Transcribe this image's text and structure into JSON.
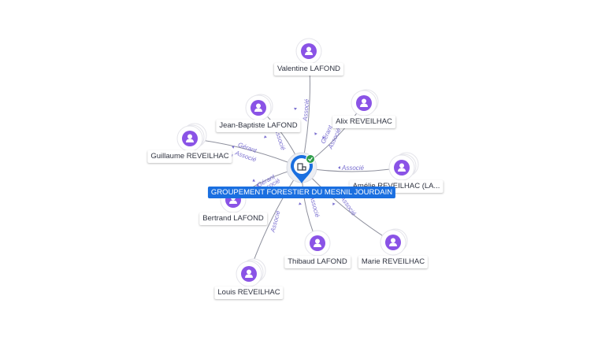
{
  "center": {
    "label": "GROUPEMENT FORESTIER DU MESNIL JOURDAIN",
    "icon": "building-icon",
    "status_icon": "check-icon",
    "colors": {
      "pin": "#1a6fe0",
      "status": "#2e9e4a",
      "ring": "#d9dbe3"
    }
  },
  "colors": {
    "avatar": "#8a53e6",
    "edge": "#8d8f9c",
    "edge_label": "#7a6fd0"
  },
  "people": [
    {
      "id": "valentine",
      "name": "Valentine LAFOND",
      "icon": "person-icon"
    },
    {
      "id": "jean-baptiste",
      "name": "Jean-Baptiste LAFOND",
      "icon": "person-icon"
    },
    {
      "id": "alix",
      "name": "Alix REVEILHAC",
      "icon": "person-icon"
    },
    {
      "id": "guillaume",
      "name": "Guillaume REVEILHAC",
      "icon": "person-icon"
    },
    {
      "id": "amelie",
      "name": "Amélie REVEILHAC (LA...",
      "icon": "person-icon"
    },
    {
      "id": "bertrand",
      "name": "Bertrand LAFOND",
      "icon": "person-icon"
    },
    {
      "id": "thibaud",
      "name": "Thibaud LAFOND",
      "icon": "person-icon"
    },
    {
      "id": "marie",
      "name": "Marie REVEILHAC",
      "icon": "person-icon"
    },
    {
      "id": "louis",
      "name": "Louis REVEILHAC",
      "icon": "person-icon"
    }
  ],
  "edge_labels": {
    "valentine": "Associé",
    "jean-baptiste": "Associé",
    "alix_1": "Gérant",
    "alix_2": "Associé",
    "guillaume_1": "Gérant",
    "guillaume_2": "Associé",
    "amelie": "Associé",
    "bertrand_1": "Gérant",
    "bertrand_2": "Associé",
    "thibaud": "Associé",
    "marie": "Associé",
    "louis": "Associé"
  }
}
